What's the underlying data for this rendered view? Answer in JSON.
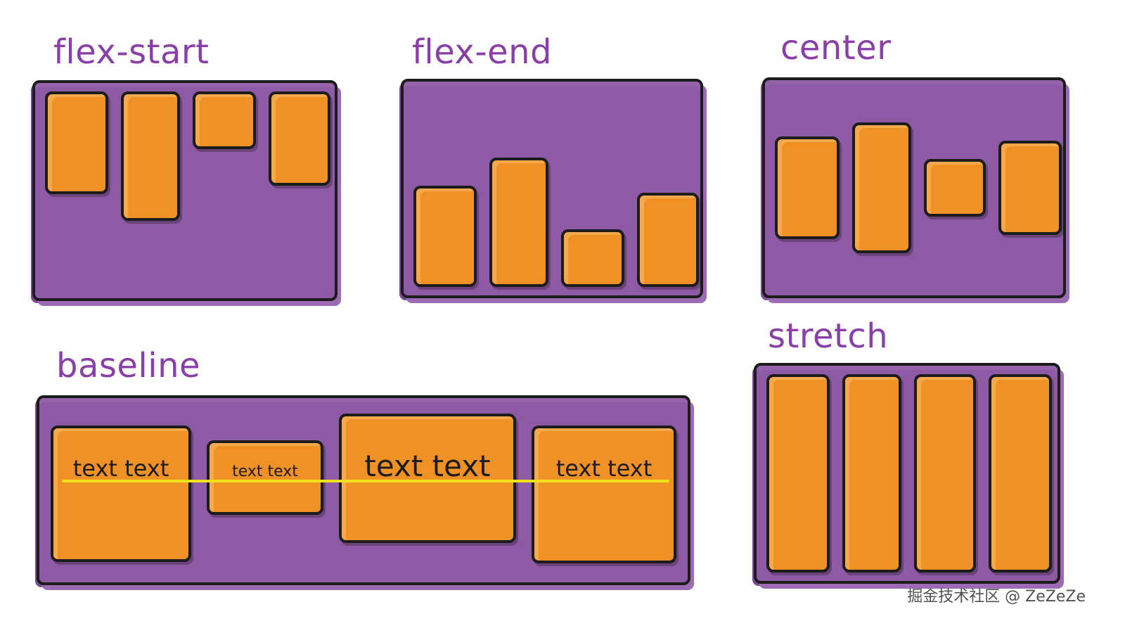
{
  "labels": {
    "flex_start": "flex-start",
    "flex_end": "flex-end",
    "center": "center",
    "baseline": "baseline",
    "stretch": "stretch"
  },
  "baseline_items": [
    {
      "text": "text text"
    },
    {
      "text": "text text"
    },
    {
      "text": "text text"
    },
    {
      "text": "text text"
    }
  ],
  "colors": {
    "container": "#8e5aa5",
    "item": "#ef9125",
    "label": "#8a3fa8",
    "baseline_line": "#f0e21a",
    "outline": "#1c1c1c"
  },
  "watermark": "掘金技术社区 @ ZeZeZe"
}
